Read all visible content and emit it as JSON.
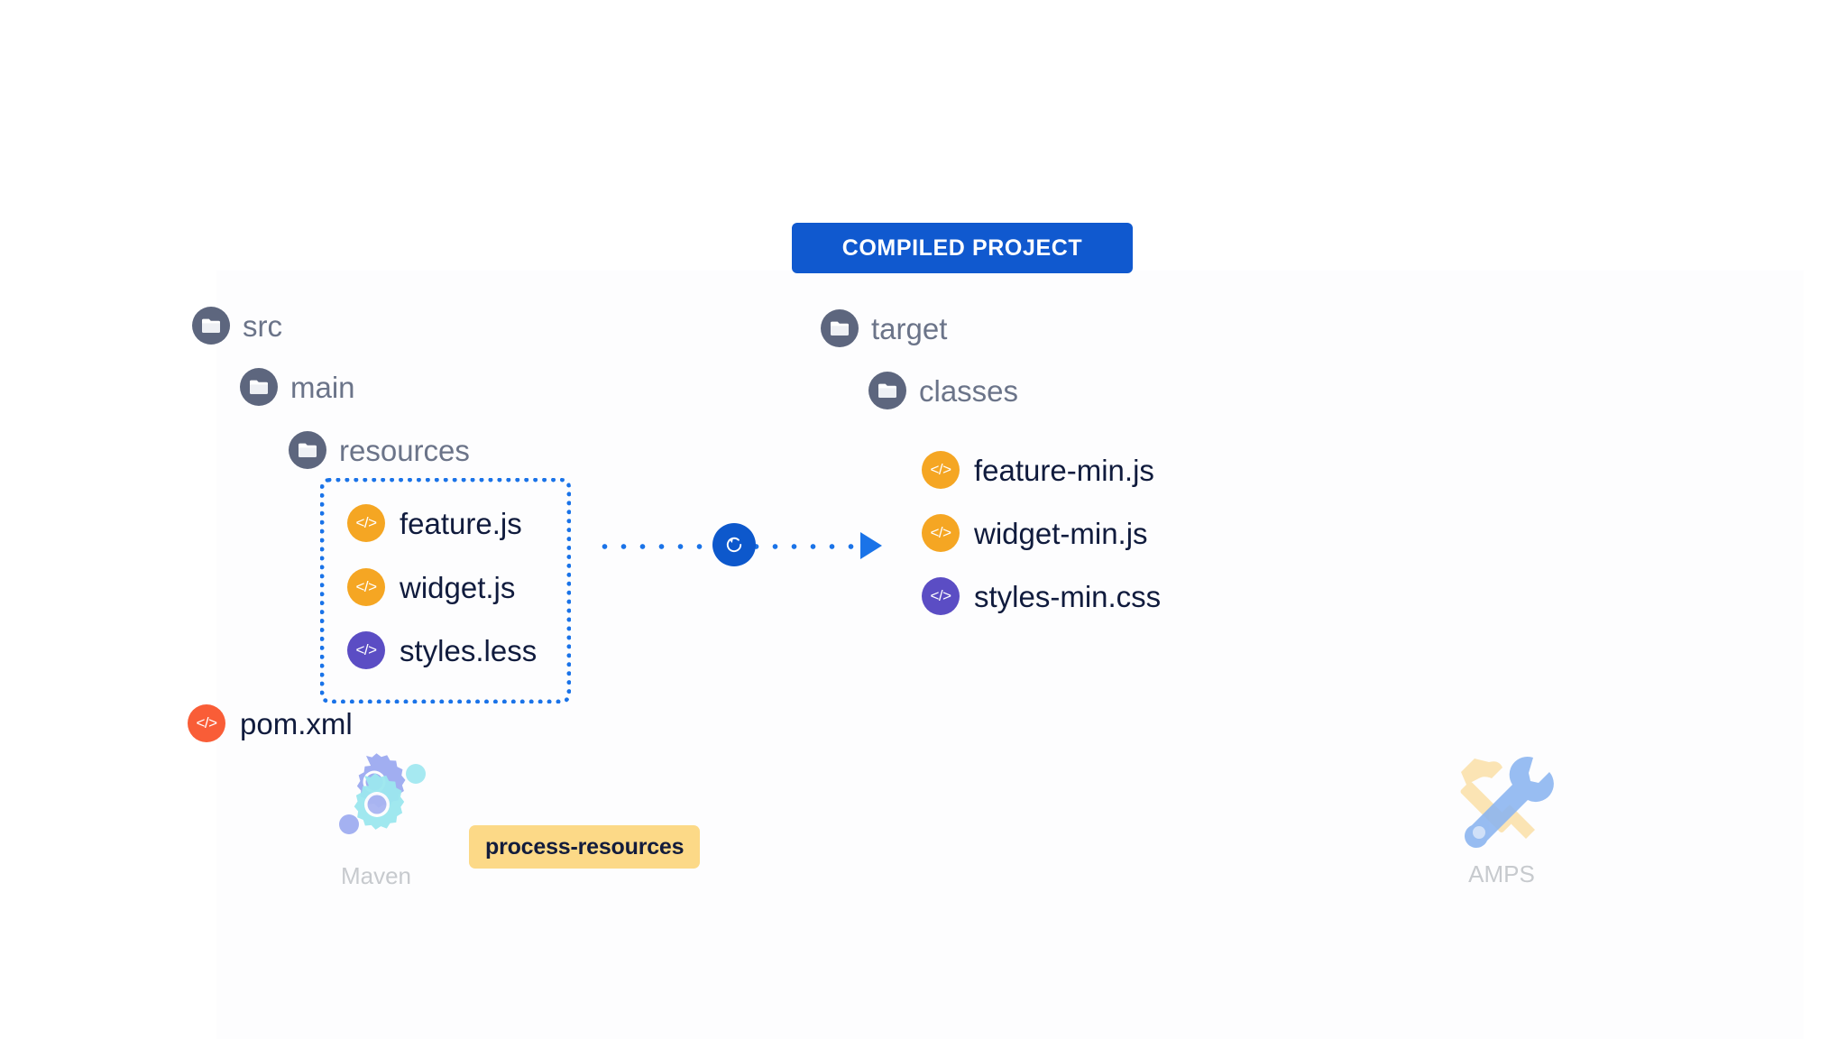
{
  "banner": {
    "label": "COMPILED PROJECT"
  },
  "source_tree": {
    "folders": [
      {
        "name": "src",
        "icon": "folder-icon"
      },
      {
        "name": "main",
        "icon": "folder-icon"
      },
      {
        "name": "resources",
        "icon": "folder-icon"
      }
    ],
    "highlighted_files": [
      {
        "name": "feature.js",
        "icon": "code-file-icon",
        "color": "#f5a623",
        "glyph": "</>"
      },
      {
        "name": "widget.js",
        "icon": "code-file-icon",
        "color": "#f5a623",
        "glyph": "</>"
      },
      {
        "name": "styles.less",
        "icon": "code-file-icon",
        "color": "#5b4dc4",
        "glyph": "</>"
      }
    ],
    "root_files": [
      {
        "name": "pom.xml",
        "icon": "code-file-icon",
        "color": "#f95d37",
        "glyph": "</>"
      }
    ]
  },
  "target_tree": {
    "folders": [
      {
        "name": "target",
        "icon": "folder-icon"
      },
      {
        "name": "classes",
        "icon": "folder-icon"
      }
    ],
    "files": [
      {
        "name": "feature-min.js",
        "icon": "code-file-icon",
        "color": "#f5a623",
        "glyph": "</>"
      },
      {
        "name": "widget-min.js",
        "icon": "code-file-icon",
        "color": "#f5a623",
        "glyph": "</>"
      },
      {
        "name": "styles-min.css",
        "icon": "code-file-icon",
        "color": "#5b4dc4",
        "glyph": "</>"
      }
    ]
  },
  "transform": {
    "badge_icon": "refresh-icon",
    "arrow_icon": "arrow-right-icon"
  },
  "tools": [
    {
      "caption": "Maven",
      "icon": "gears-icon"
    },
    {
      "caption": "AMPS",
      "icon": "hammer-wrench-icon"
    }
  ],
  "goal": {
    "label": "process-resources"
  },
  "colors": {
    "banner_blue": "#1059cf",
    "accent_blue": "#1a73e8",
    "badge_blue": "#0d58cc",
    "js_orange": "#f5a623",
    "less_purple": "#5b4dc4",
    "xml_red": "#f95d37",
    "folder_slate": "#5d667e",
    "folder_text": "#6b7489",
    "file_text": "#101b3d",
    "goal_yellow": "#fcd987",
    "caption_gray": "#c7cace"
  }
}
